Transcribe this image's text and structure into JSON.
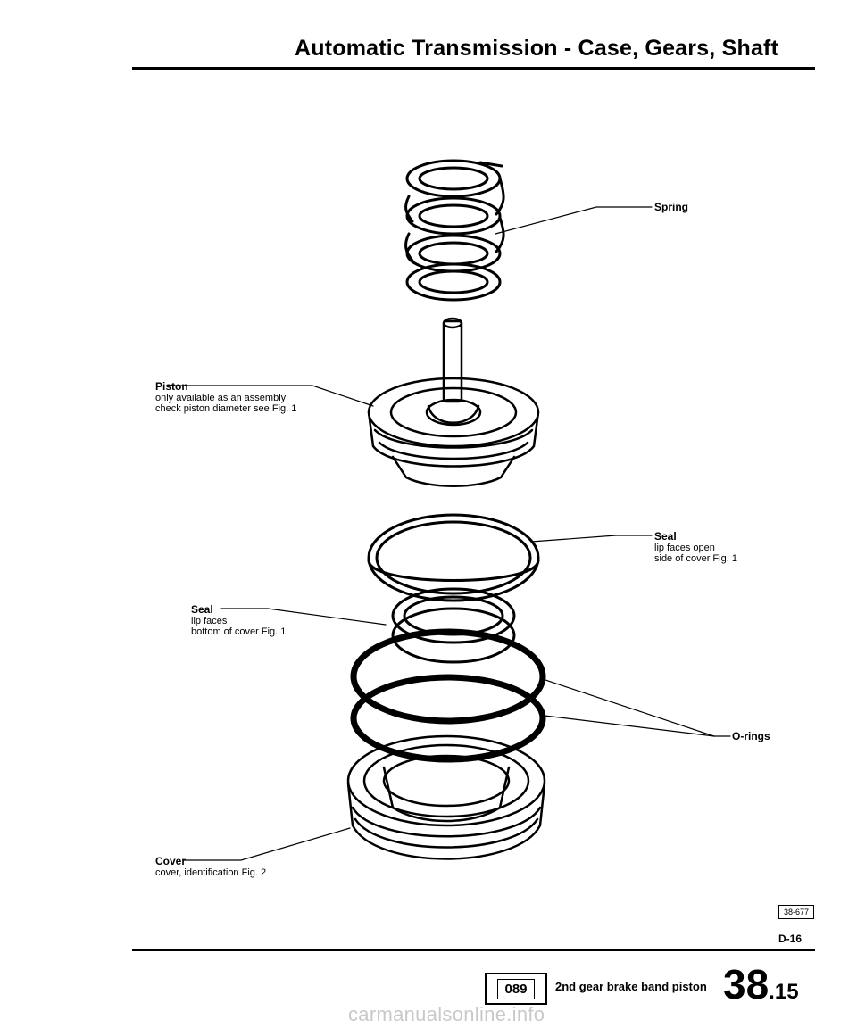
{
  "header": {
    "title": "Automatic Transmission - Case, Gears, Shaft"
  },
  "callouts": {
    "spring": {
      "title": "Spring"
    },
    "piston": {
      "title": "Piston",
      "line1": "only available as an assembly",
      "line2": "check piston diameter see Fig. 1"
    },
    "seal_upper": {
      "title": "Seal",
      "line1": "lip faces open",
      "line2": "side of cover Fig. 1"
    },
    "seal_lower": {
      "title": "Seal",
      "line1": "lip faces",
      "line2": "bottom of cover Fig. 1"
    },
    "o_rings": {
      "title": "O-rings"
    },
    "cover": {
      "title": "Cover",
      "line1": "cover, identification Fig. 2"
    }
  },
  "figure_ref": "38-677",
  "page_code": "D-16",
  "footer": {
    "model": "089",
    "caption": "2nd gear brake band piston",
    "page_main": "38",
    "page_sub": ".15"
  },
  "watermark": "carmanualsonline.info"
}
